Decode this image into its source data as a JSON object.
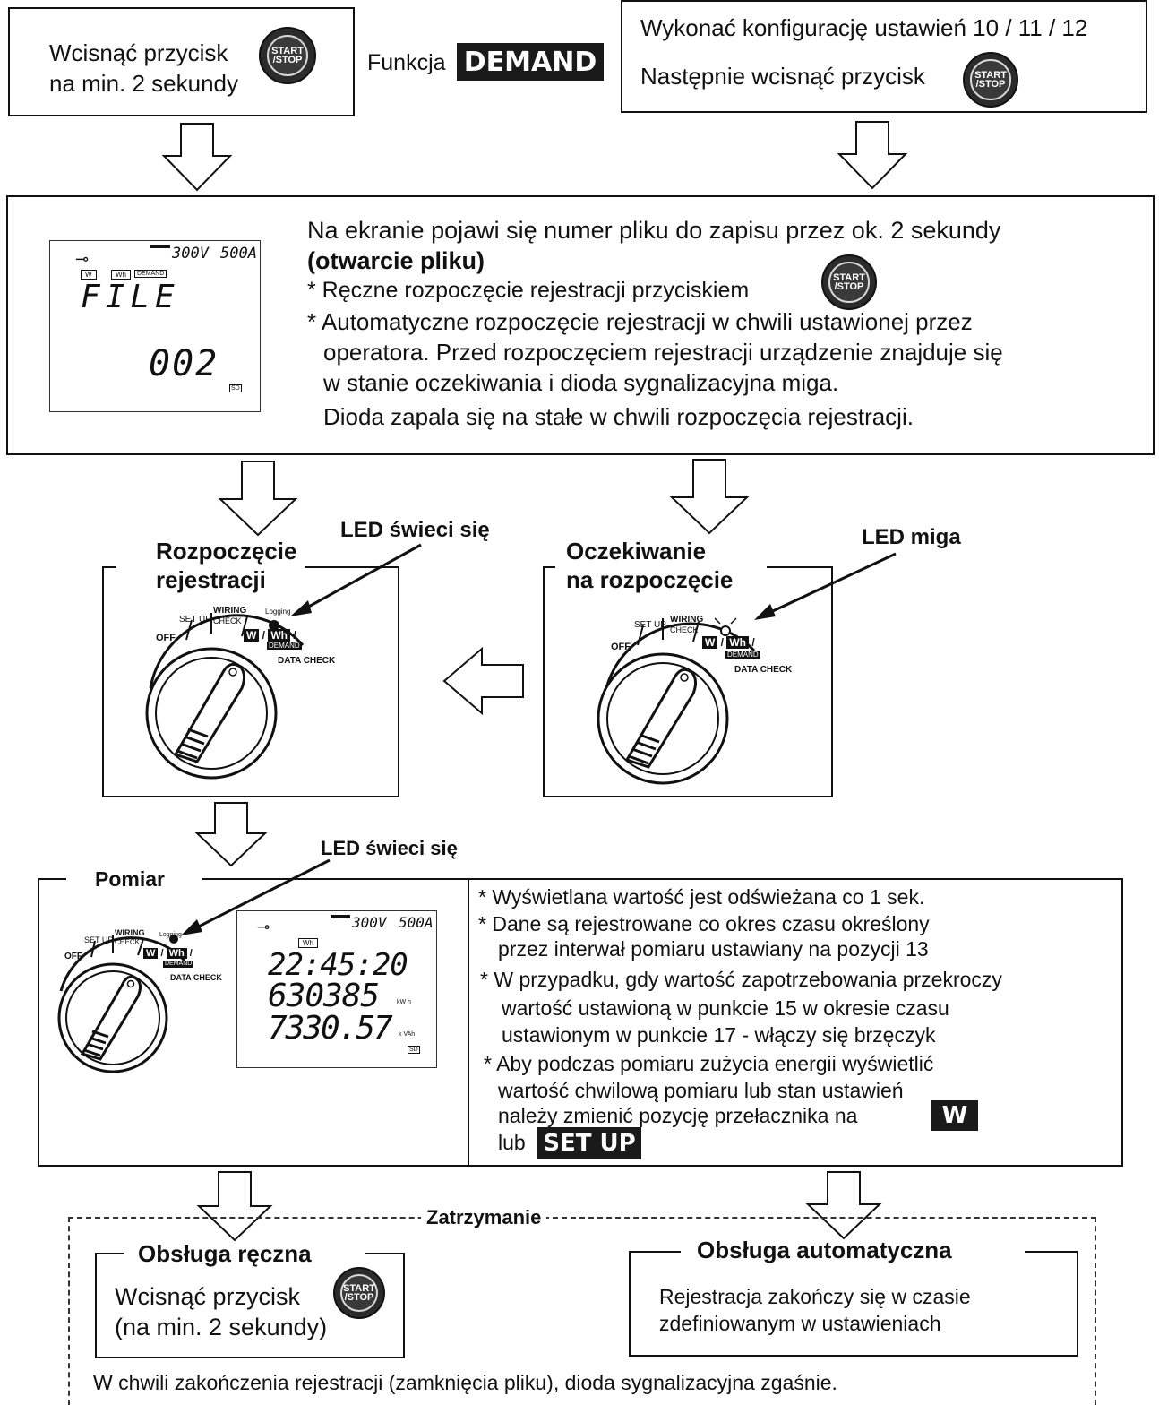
{
  "top_left_box": {
    "line1": "Wcisnąć przycisk",
    "line2": "na min. 2 sekundy"
  },
  "function_label": "Funkcja",
  "demand_badge": "DEMAND",
  "top_right_box": {
    "line1": "Wykonać konfigurację ustawień 10 / 11 / 12",
    "line2": "Następnie wcisnąć przycisk"
  },
  "start_stop_icon": {
    "line1": "START",
    "line2": "/STOP"
  },
  "file_section": {
    "lcd": {
      "voltage": "300V",
      "current": "500A",
      "tags": [
        "W",
        "Wh",
        "DEMAND"
      ],
      "word": "FILE",
      "number": "002",
      "sd": "SD"
    },
    "line1": "Na ekranie pojawi się numer pliku do zapisu przez ok. 2 sekundy",
    "line2": "(otwarcie pliku)",
    "line3": "* Ręczne rozpoczęcie rejestracji przyciskiem",
    "line4": "* Automatyczne rozpoczęcie rejestracji w chwili ustawionej przez",
    "line5": "operatora. Przed rozpoczęciem rejestracji urządzenie znajduje się",
    "line6": "w stanie oczekiwania i dioda sygnalizacyjna miga.",
    "line7": "Dioda zapala się na stałe w chwili rozpoczęcia rejestracji."
  },
  "dial_labels": {
    "off": "OFF",
    "setup": "SET UP",
    "wiring": "WIRING",
    "check": "CHECK",
    "w": "W",
    "wh": "Wh",
    "demand": "DEMAND",
    "data_check": "DATA CHECK",
    "logging": "Logging"
  },
  "start_box": {
    "title1": "Rozpoczęcie",
    "title2": "rejestracji",
    "led_label": "LED świeci się"
  },
  "wait_box": {
    "title1": "Oczekiwanie",
    "title2": "na rozpoczęcie",
    "led_label": "LED miga"
  },
  "measure_section": {
    "title": "Pomiar",
    "led_label": "LED świeci się",
    "lcd": {
      "voltage": "300V",
      "current": "500A",
      "tag": "Wh",
      "time": "22:45:20",
      "value1": "630385",
      "unit1": "kW h",
      "value2": "7330.57",
      "unit2": "k VAh",
      "sd": "SD"
    },
    "notes": [
      "* Wyświetlana wartość jest odświeżana co 1 sek.",
      "* Dane są rejestrowane co okres czasu określony",
      "przez interwał pomiaru ustawiany na pozycji 13",
      "* W przypadku, gdy wartość zapotrzebowania przekroczy",
      "wartość ustawioną w punkcie 15 w okresie czasu",
      "ustawionym w punkcie 17 - włączy się brzęczyk",
      "* Aby podczas pomiaru zużycia energii wyświetlić",
      "wartość chwilową pomiaru lub stan ustawień",
      "należy zmienić pozycję przełacznika na",
      "lub"
    ],
    "badge_w": "W",
    "badge_setup": "SET UP"
  },
  "stop_section": {
    "title": "Zatrzymanie",
    "manual": {
      "title": "Obsługa ręczna",
      "line1": "Wcisnąć przycisk",
      "line2": "(na min. 2 sekundy)"
    },
    "auto": {
      "title": "Obsługa automatyczna",
      "line1": "Rejestracja zakończy się w czasie",
      "line2": "zdefiniowanym w ustawieniach"
    },
    "footer": "W chwili zakończenia rejestracji (zamknięcia pliku), dioda sygnalizacyjna zgaśnie."
  }
}
